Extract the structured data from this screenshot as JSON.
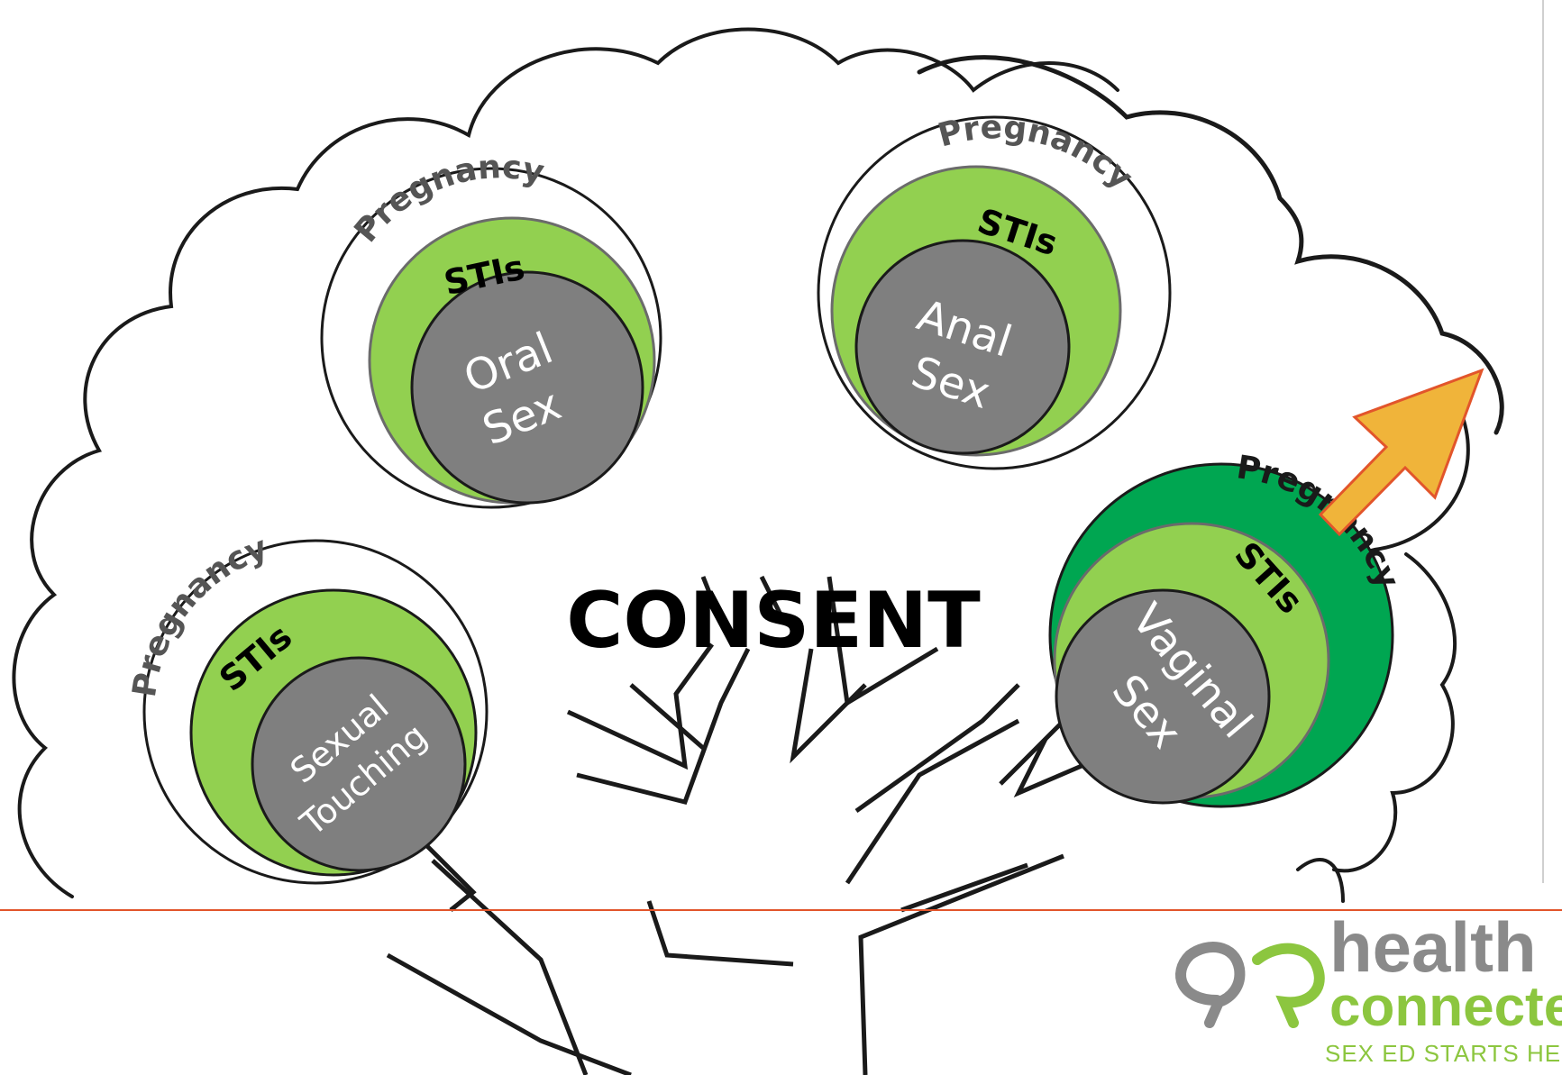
{
  "colors": {
    "outer_ring": "#ffffff",
    "outer_ring_highlight": "#00a651",
    "sti_ring": "#92d050",
    "core": "#7f7f7f",
    "arrow_fill": "#f0b43a",
    "arrow_stroke": "#e2552b",
    "divider": "#e2552b",
    "logo_gray": "#8a8a8a",
    "logo_green": "#8cc63f"
  },
  "center": {
    "title": "CONSENT"
  },
  "risk_circles": [
    {
      "id": "oral",
      "outer_label": "Pregnancy",
      "middle_label": "STIs",
      "core_line1": "Oral",
      "core_line2": "Sex",
      "highlighted": false
    },
    {
      "id": "anal",
      "outer_label": "Pregnancy",
      "middle_label": "STIs",
      "core_line1": "Anal",
      "core_line2": "Sex",
      "highlighted": false
    },
    {
      "id": "touching",
      "outer_label": "Pregnancy",
      "middle_label": "STIs",
      "core_line1": "Sexual",
      "core_line2": "Touching",
      "highlighted": false
    },
    {
      "id": "vaginal",
      "outer_label": "Pregnancy",
      "middle_label": "STIs",
      "core_line1": "Vaginal",
      "core_line2": "Sex",
      "highlighted": true
    }
  ],
  "logo": {
    "line1": "health",
    "line2": "connected",
    "tagline": "SEX ED STARTS HERE"
  }
}
